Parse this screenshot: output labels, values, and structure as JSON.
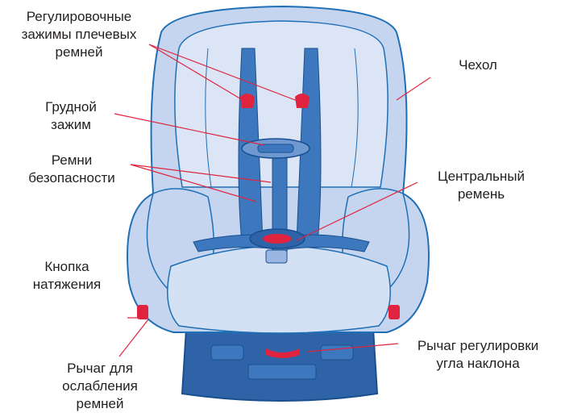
{
  "labels": {
    "shoulder_adjusters": [
      "Регулировочные",
      "зажимы плечевых",
      "ремней"
    ],
    "cover": [
      "Чехол"
    ],
    "chest_clip": [
      "Грудной",
      "зажим"
    ],
    "harness_belts": [
      "Ремни",
      "безопасности"
    ],
    "central_strap": [
      "Центральный",
      "ремень"
    ],
    "tension_button": [
      "Кнопка",
      "натяжения"
    ],
    "recline_lever": [
      "Рычаг регулировки",
      "угла наклона"
    ],
    "release_lever": [
      "Рычаг для",
      "ослабления",
      "ремней"
    ]
  },
  "colors": {
    "seat_fill": "#c6d5ef",
    "seat_light": "#dbe5f6",
    "outline": "#1f6fb5",
    "strap": "#3d78be",
    "base": "#2f63a8",
    "accent_red": "#e0243f",
    "leader_line": "#e0243f",
    "text": "#231f20"
  }
}
